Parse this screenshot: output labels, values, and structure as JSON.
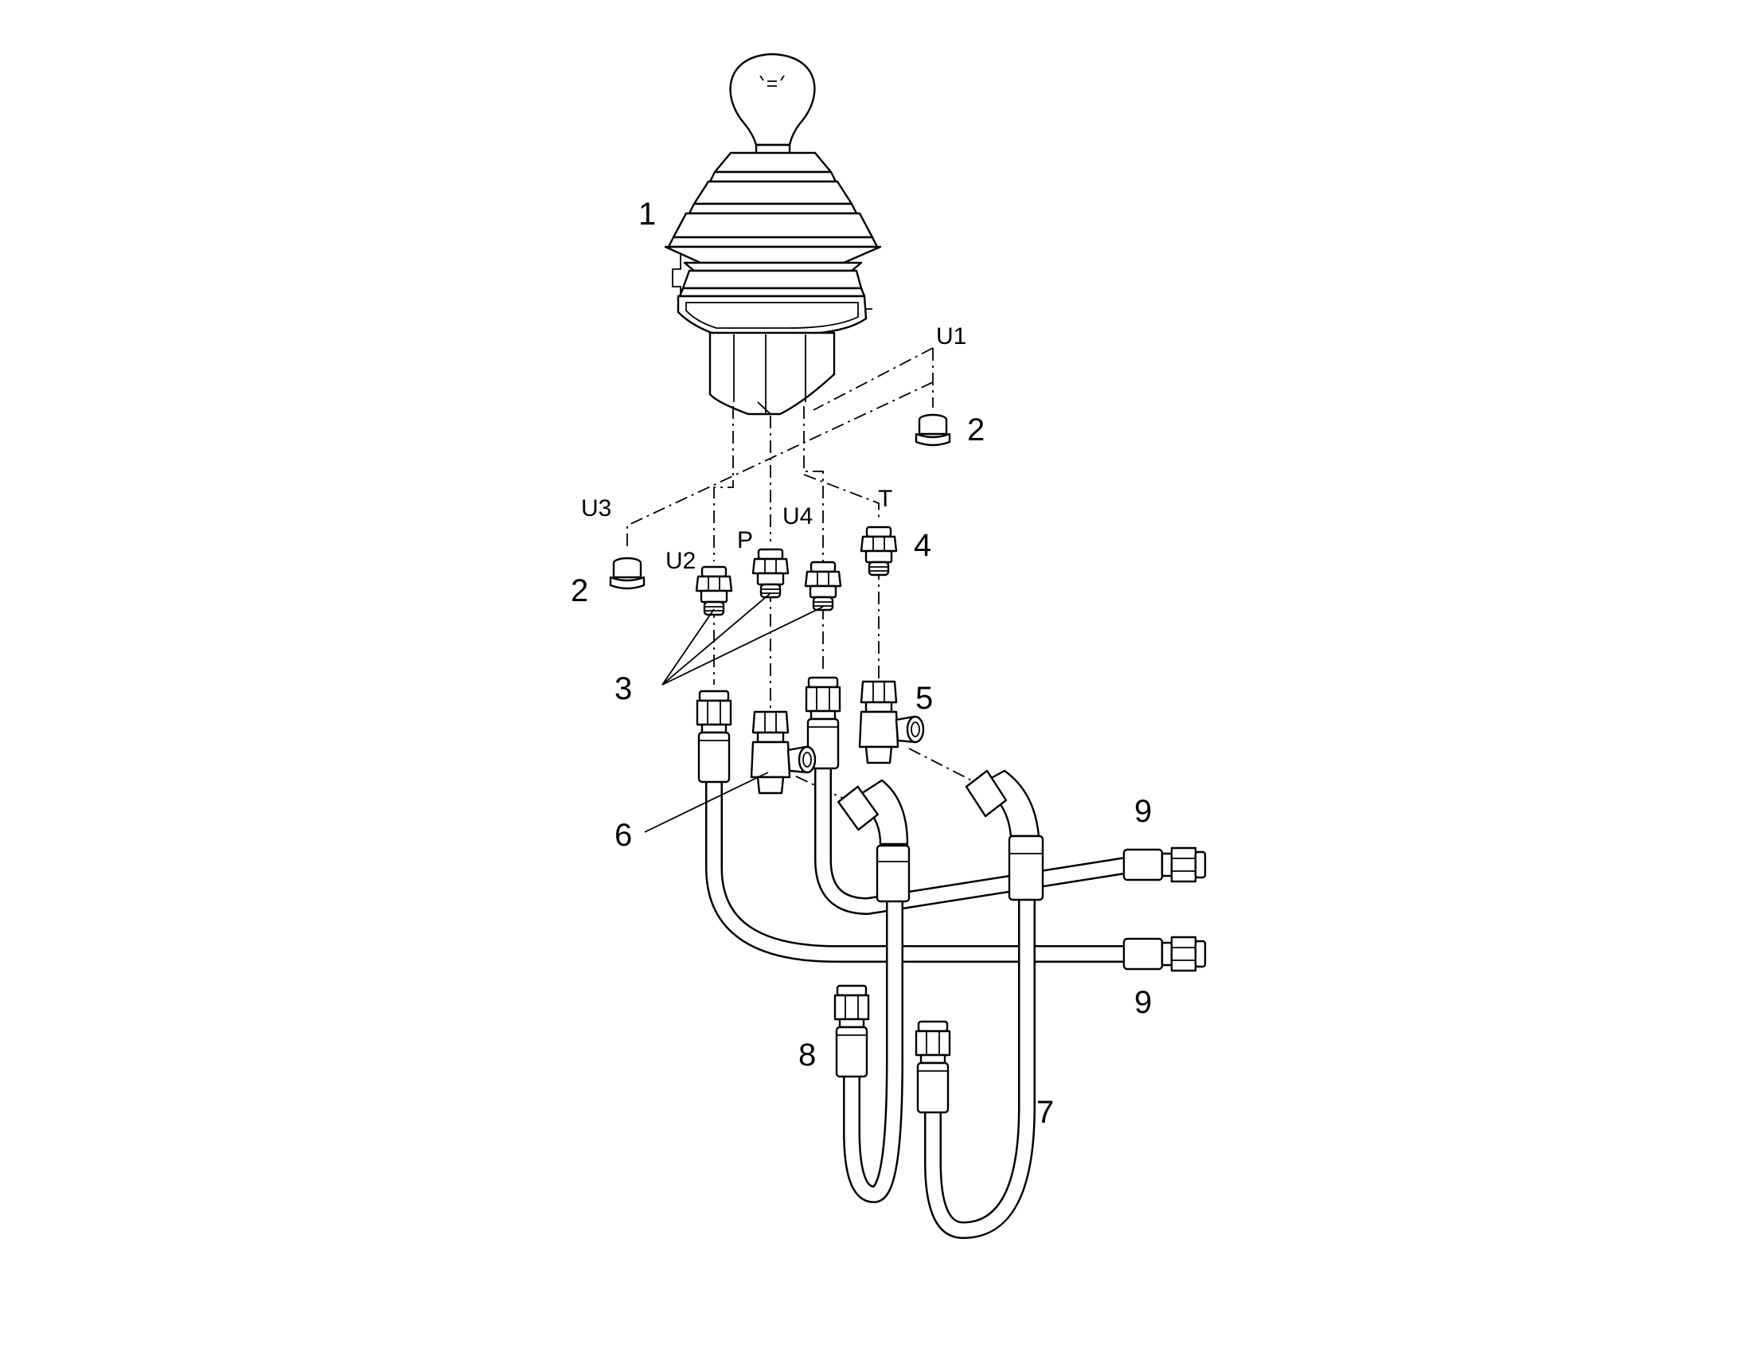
{
  "labels": {
    "item1": "1",
    "item2a": "2",
    "item2b": "2",
    "item3": "3",
    "item4": "4",
    "item5": "5",
    "item6": "6",
    "item7": "7",
    "item8": "8",
    "item9a": "9",
    "item9b": "9"
  },
  "ports": {
    "u1": "U1",
    "u2": "U2",
    "u3": "U3",
    "u4": "U4",
    "p": "P",
    "t": "T"
  },
  "icons": [
    "joystick-icon",
    "plug-icon",
    "fitting-icon",
    "tee-fitting-icon",
    "elbow-fitting-icon",
    "hose-icon"
  ]
}
